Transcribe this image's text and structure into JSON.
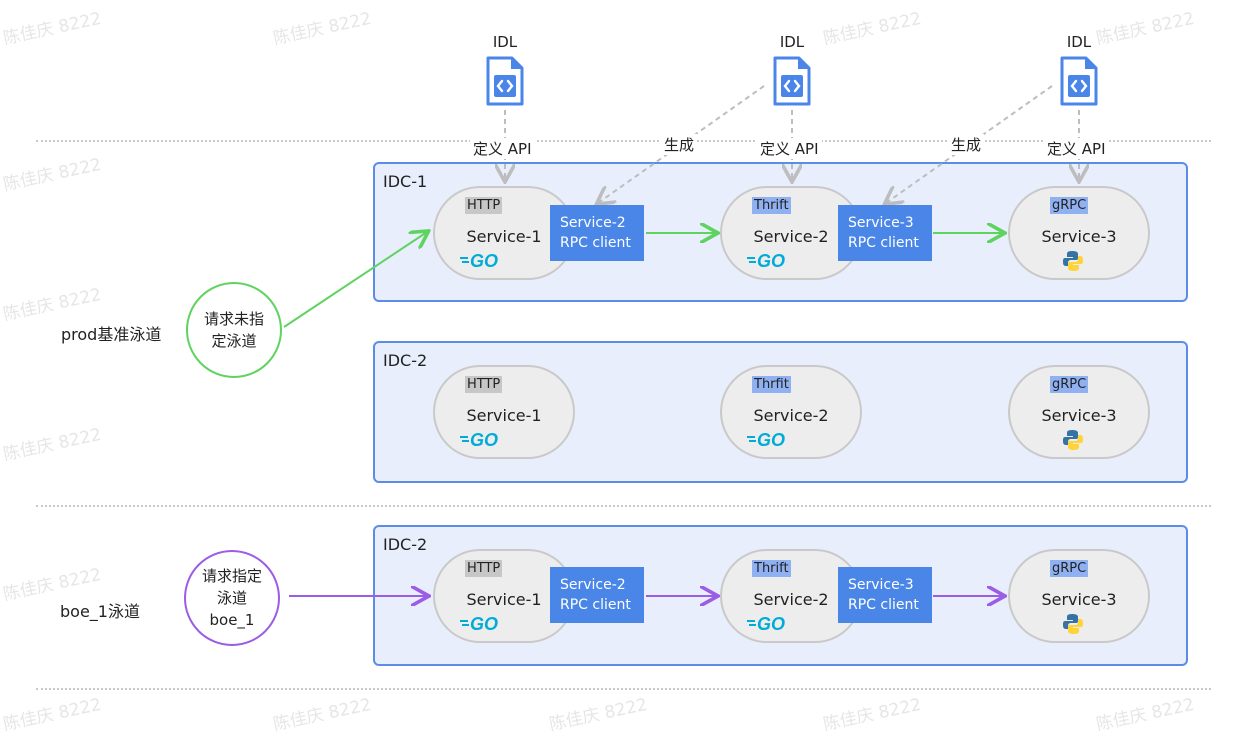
{
  "watermark": "陈佳庆 8222",
  "idl": [
    {
      "label": "IDL",
      "define": "定义 API"
    },
    {
      "label": "IDL",
      "define": "定义 API"
    },
    {
      "label": "IDL",
      "define": "定义 API"
    }
  ],
  "generate_labels": [
    "生成",
    "生成"
  ],
  "lanes": {
    "prod": {
      "label": "prod基准泳道",
      "request_line1": "请求未指",
      "request_line2": "定泳道"
    },
    "boe": {
      "label": "boe_1泳道",
      "request_line1": "请求指定",
      "request_line2": "泳道",
      "request_line3": "boe_1"
    }
  },
  "idcs": [
    {
      "label": "IDC-1",
      "services": [
        {
          "protocol": "HTTP",
          "name": "Service-1",
          "lang": "go-logo"
        },
        {
          "protocol": "Thrift",
          "name": "Service-2",
          "lang": "go-logo"
        },
        {
          "protocol": "gRPC",
          "name": "Service-3",
          "lang": "python-logo"
        }
      ],
      "clients": [
        {
          "line1": "Service-2",
          "line2": "RPC client"
        },
        {
          "line1": "Service-3",
          "line2": "RPC client"
        }
      ]
    },
    {
      "label": "IDC-2",
      "services": [
        {
          "protocol": "HTTP",
          "name": "Service-1",
          "lang": "go-logo"
        },
        {
          "protocol": "Thrfit",
          "name": "Service-2",
          "lang": "go-logo"
        },
        {
          "protocol": "gRPC",
          "name": "Service-3",
          "lang": "python-logo"
        }
      ]
    },
    {
      "label": "IDC-2",
      "services": [
        {
          "protocol": "HTTP",
          "name": "Service-1",
          "lang": "go-logo"
        },
        {
          "protocol": "Thrift",
          "name": "Service-2",
          "lang": "go-logo"
        },
        {
          "protocol": "gRPC",
          "name": "Service-3",
          "lang": "python-logo"
        }
      ],
      "clients": [
        {
          "line1": "Service-2",
          "line2": "RPC client"
        },
        {
          "line1": "Service-3",
          "line2": "RPC client"
        }
      ]
    }
  ],
  "colors": {
    "idc_fill": "#e8eefb",
    "idc_border": "#5b8de8",
    "rpc_box": "#4a86e8",
    "prod_arrow": "#5fd35f",
    "boe_arrow": "#9b5de5",
    "go_blue": "#00acd7"
  }
}
